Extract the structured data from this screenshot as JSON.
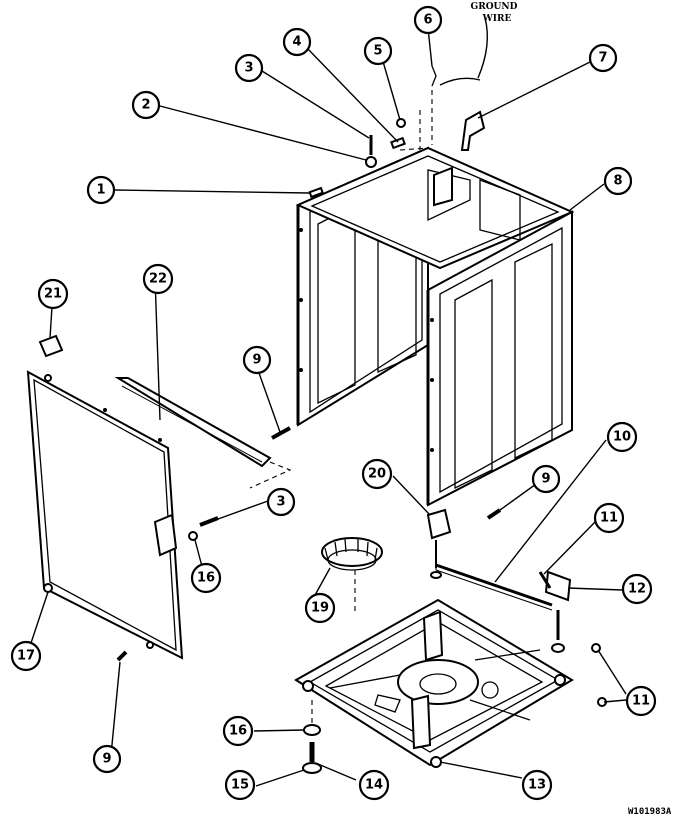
{
  "diagram": {
    "reference_code": "W101983A",
    "ground_wire_label": [
      "GROUND",
      "WIRE"
    ],
    "callouts": [
      {
        "id": "c1",
        "label": "1"
      },
      {
        "id": "c2",
        "label": "2"
      },
      {
        "id": "c3a",
        "label": "3"
      },
      {
        "id": "c3b",
        "label": "3"
      },
      {
        "id": "c4",
        "label": "4"
      },
      {
        "id": "c5",
        "label": "5"
      },
      {
        "id": "c6",
        "label": "6"
      },
      {
        "id": "c7",
        "label": "7"
      },
      {
        "id": "c8",
        "label": "8"
      },
      {
        "id": "c9a",
        "label": "9"
      },
      {
        "id": "c9b",
        "label": "9"
      },
      {
        "id": "c9c",
        "label": "9"
      },
      {
        "id": "c10",
        "label": "10"
      },
      {
        "id": "c11a",
        "label": "11"
      },
      {
        "id": "c11b",
        "label": "11"
      },
      {
        "id": "c12",
        "label": "12"
      },
      {
        "id": "c13",
        "label": "13"
      },
      {
        "id": "c14",
        "label": "14"
      },
      {
        "id": "c15",
        "label": "15"
      },
      {
        "id": "c16a",
        "label": "16"
      },
      {
        "id": "c16b",
        "label": "16"
      },
      {
        "id": "c17",
        "label": "17"
      },
      {
        "id": "c19",
        "label": "19"
      },
      {
        "id": "c20",
        "label": "20"
      },
      {
        "id": "c21",
        "label": "21"
      },
      {
        "id": "c22",
        "label": "22"
      }
    ]
  }
}
